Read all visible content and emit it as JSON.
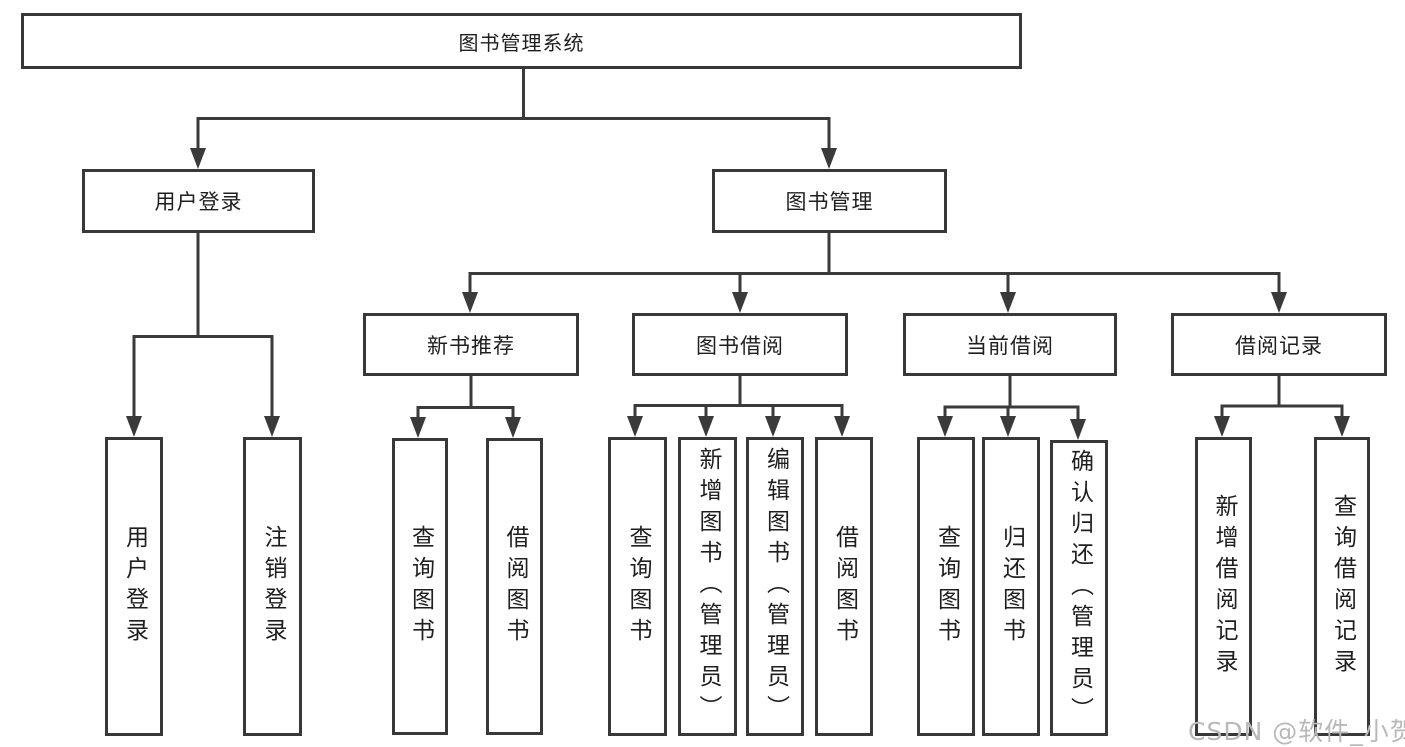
{
  "diagram": {
    "type": "tree",
    "root": {
      "label": "图书管理系统"
    },
    "branches": [
      {
        "label": "用户登录",
        "children": [
          {
            "label": "用户登录"
          },
          {
            "label": "注销登录"
          }
        ]
      },
      {
        "label": "图书管理",
        "children": [
          {
            "label": "新书推荐",
            "children": [
              {
                "label": "查询图书"
              },
              {
                "label": "借阅图书"
              }
            ]
          },
          {
            "label": "图书借阅",
            "children": [
              {
                "label": "查询图书"
              },
              {
                "label": "新增图书（管理员）"
              },
              {
                "label": "编辑图书（管理员）"
              },
              {
                "label": "借阅图书"
              }
            ]
          },
          {
            "label": "当前借阅",
            "children": [
              {
                "label": "查询图书"
              },
              {
                "label": "归还图书"
              },
              {
                "label": "确认归还（管理员）"
              }
            ]
          },
          {
            "label": "借阅记录",
            "children": [
              {
                "label": "新增借阅记录"
              },
              {
                "label": "查询借阅记录"
              }
            ]
          }
        ]
      }
    ]
  },
  "watermark": {
    "text": "CSDN @软件_小贺同学"
  },
  "colors": {
    "line": "#3a3a3a",
    "box_border": "#383838",
    "text": "#1f1f1f",
    "watermark": "#b9b9b9",
    "background": "#ffffff"
  }
}
